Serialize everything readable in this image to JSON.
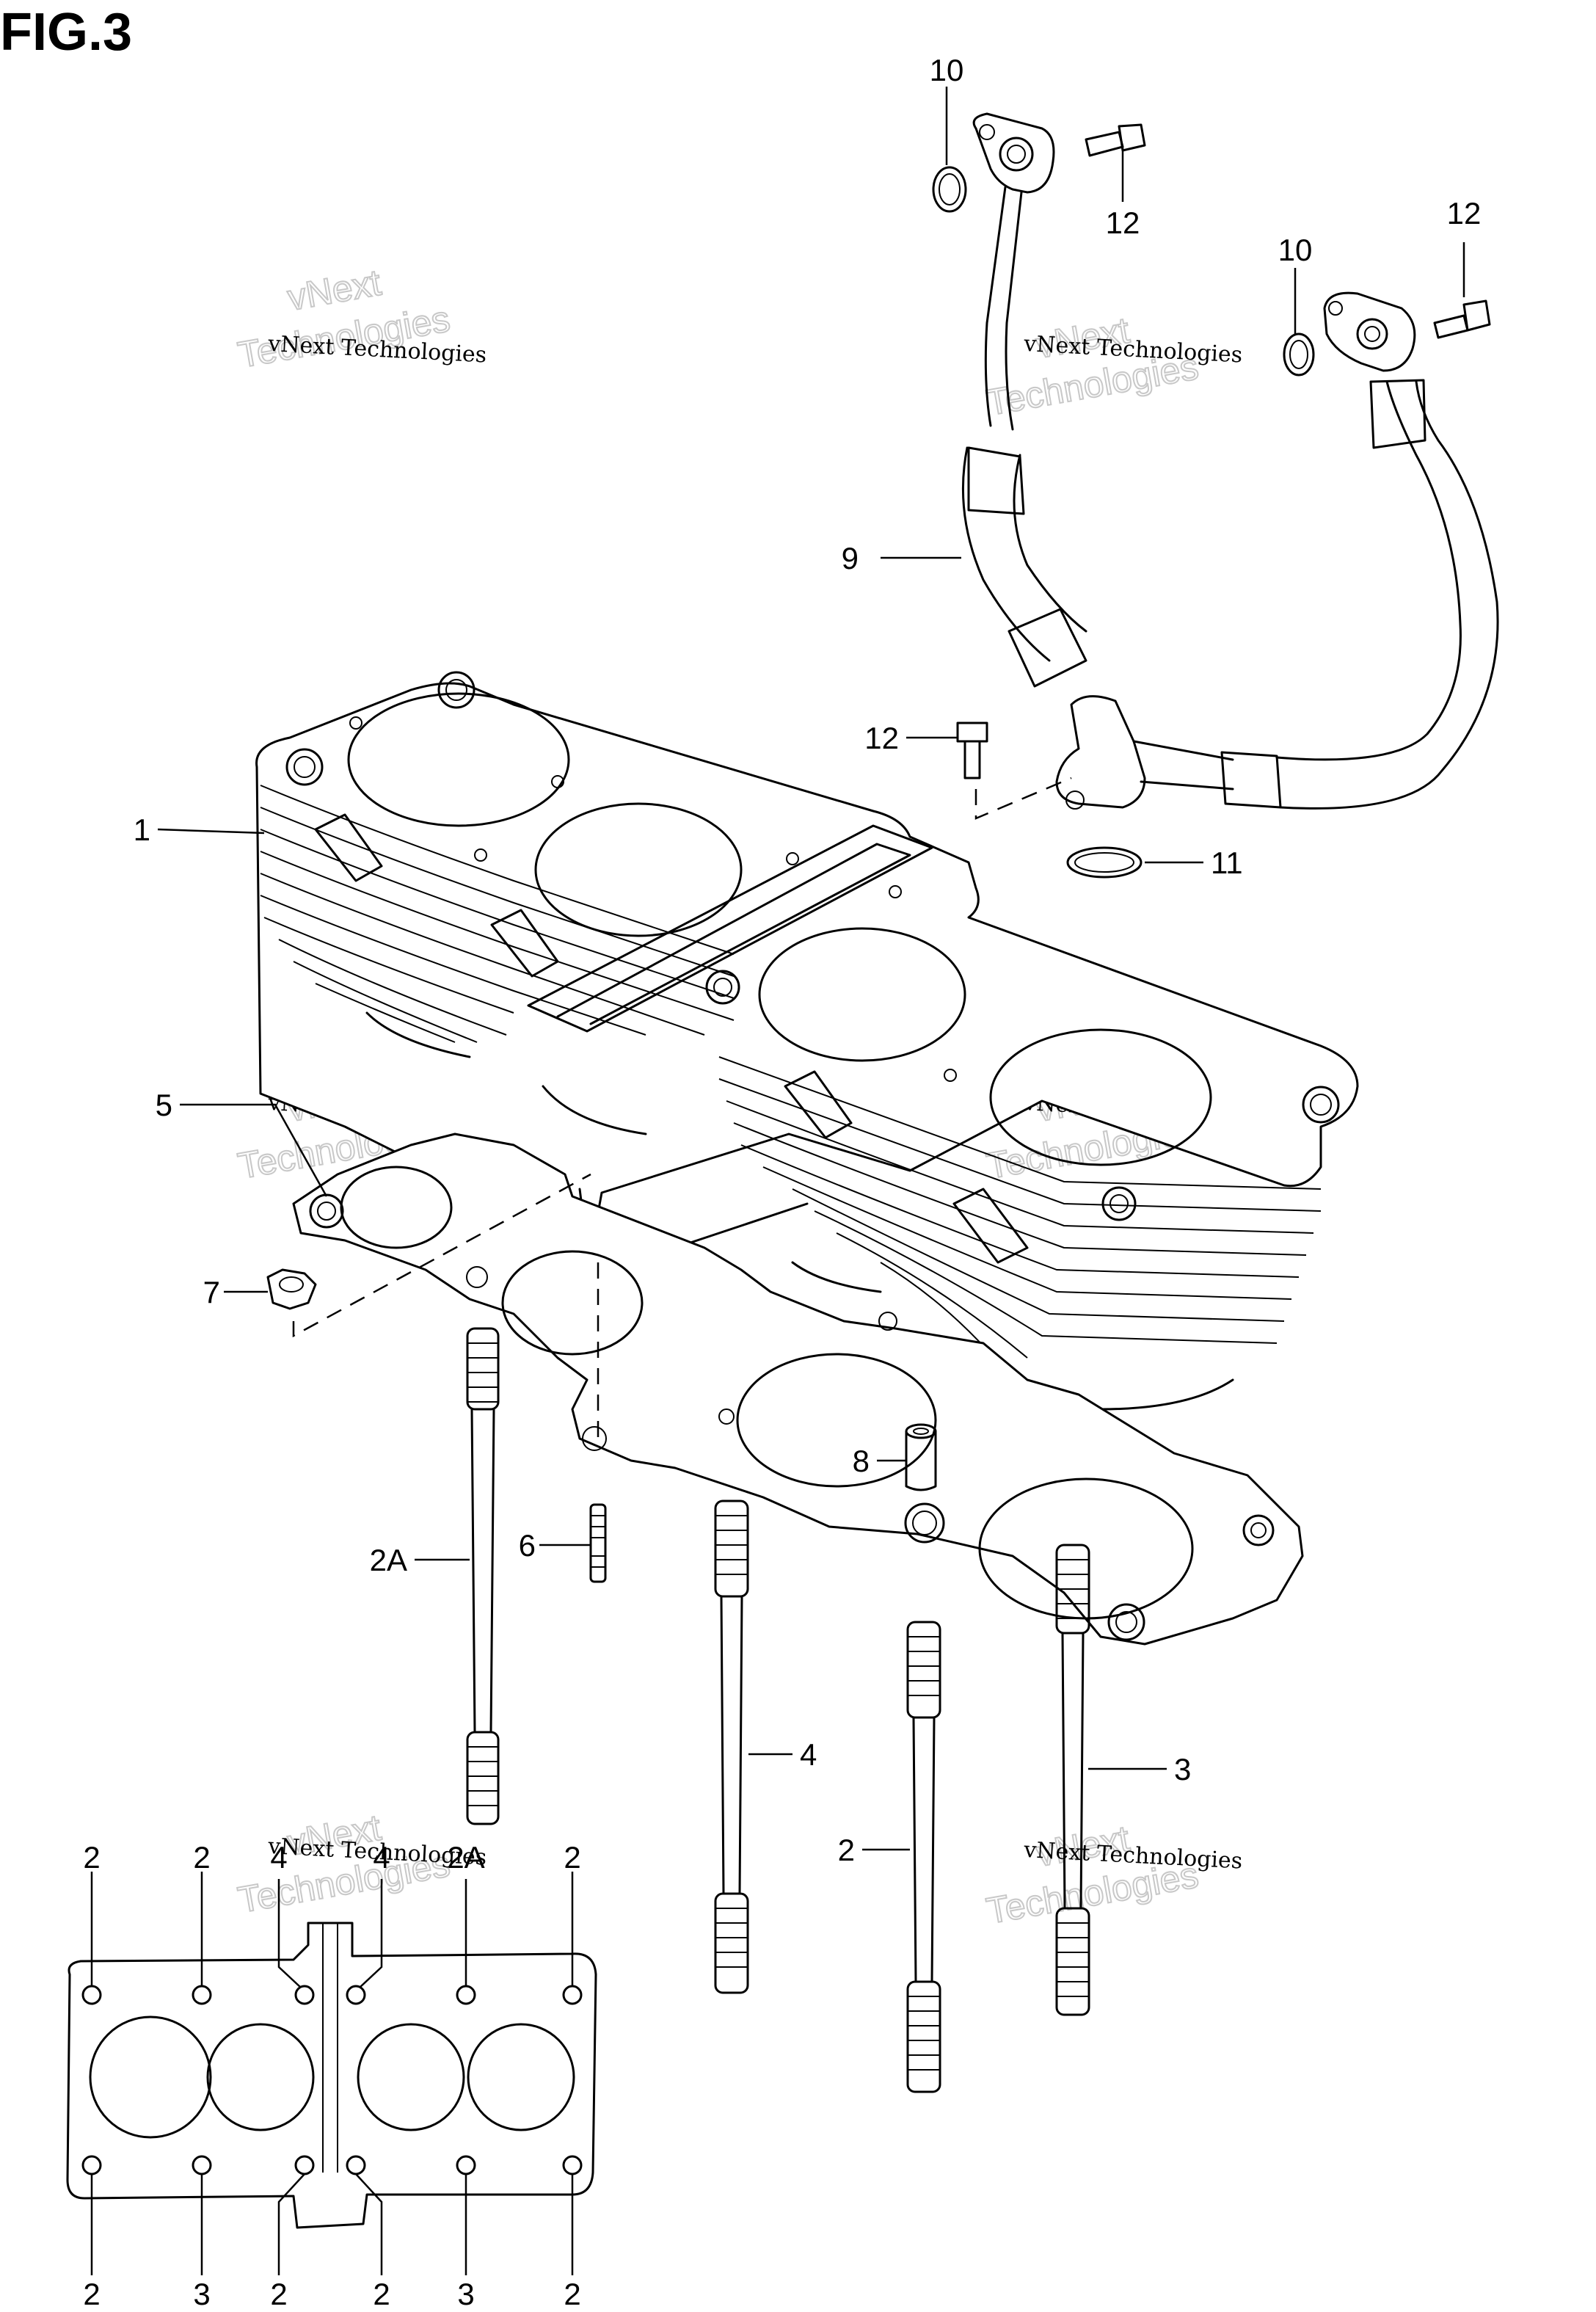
{
  "figure": {
    "title": "FIG.3"
  },
  "watermark": {
    "small": "vNext Technologies",
    "big_line1": "vNext",
    "big_line2": "Technologies"
  },
  "callouts": {
    "part_1": "1",
    "part_2_right": "2",
    "part_2A_stud": "2A",
    "part_3": "3",
    "part_4": "4",
    "part_5": "5",
    "part_6": "6",
    "part_7": "7",
    "part_8": "8",
    "part_9": "9",
    "part_10_left": "10",
    "part_10_right": "10",
    "part_11": "11",
    "part_12_top": "12",
    "part_12_right": "12",
    "part_12_mid": "12"
  },
  "layout_key": {
    "top_labels": [
      "2",
      "2",
      "4",
      "4",
      "2A",
      "2"
    ],
    "bottom_labels": [
      "2",
      "3",
      "2",
      "2",
      "3",
      "2"
    ]
  }
}
